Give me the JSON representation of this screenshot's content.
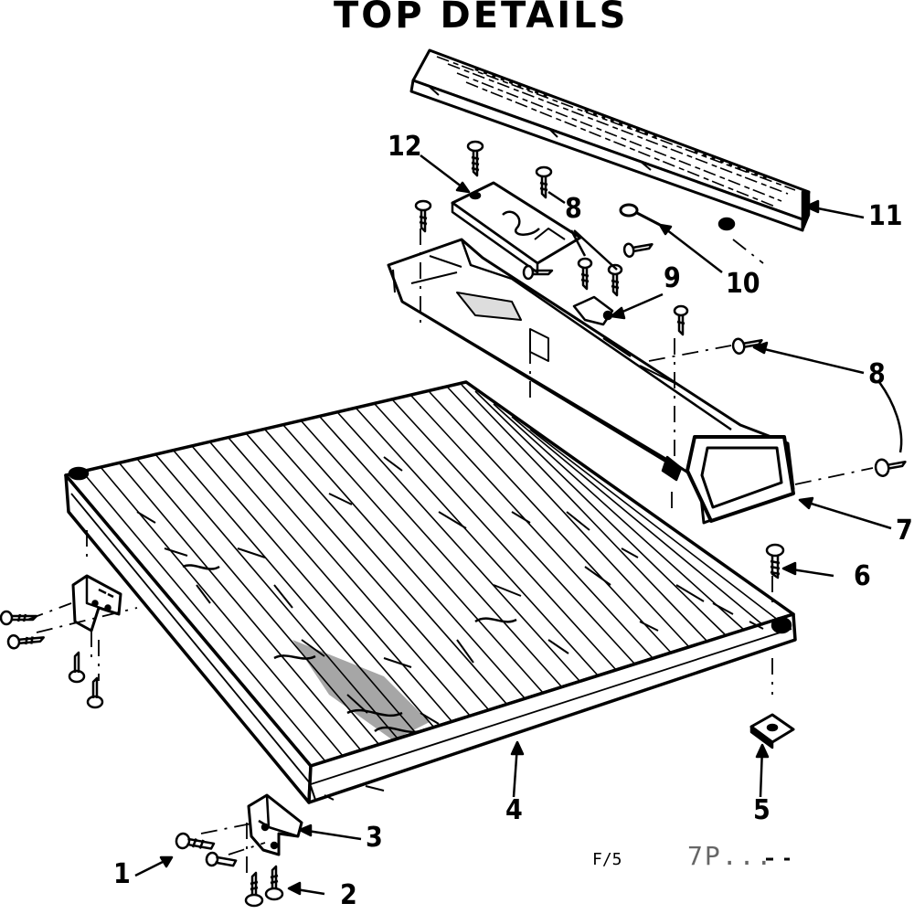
{
  "title": "TOP DETAILS",
  "figure_ref": "F/5",
  "figure_code": "7P...",
  "callouts": [
    {
      "id": "1",
      "label": "1"
    },
    {
      "id": "2",
      "label": "2"
    },
    {
      "id": "3",
      "label": "3"
    },
    {
      "id": "4",
      "label": "4"
    },
    {
      "id": "5",
      "label": "5"
    },
    {
      "id": "6",
      "label": "6"
    },
    {
      "id": "7",
      "label": "7"
    },
    {
      "id": "8a",
      "label": "8"
    },
    {
      "id": "8b",
      "label": "8"
    },
    {
      "id": "9",
      "label": "9"
    },
    {
      "id": "10",
      "label": "10"
    },
    {
      "id": "11",
      "label": "11"
    },
    {
      "id": "12",
      "label": "12"
    }
  ]
}
